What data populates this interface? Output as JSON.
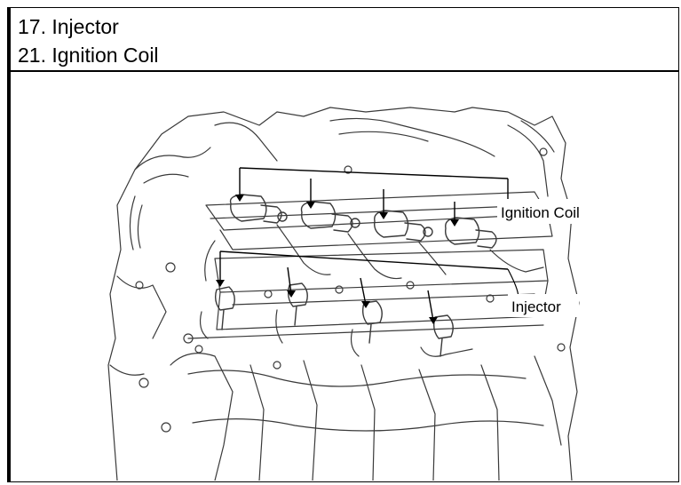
{
  "legend": {
    "line1": "17. Injector",
    "line2": "21. Ignition Coil"
  },
  "labels": {
    "ignition_coil": "Ignition Coil",
    "injector": "Injector"
  },
  "colors": {
    "line": "#3a3a3a",
    "border": "#000000"
  }
}
